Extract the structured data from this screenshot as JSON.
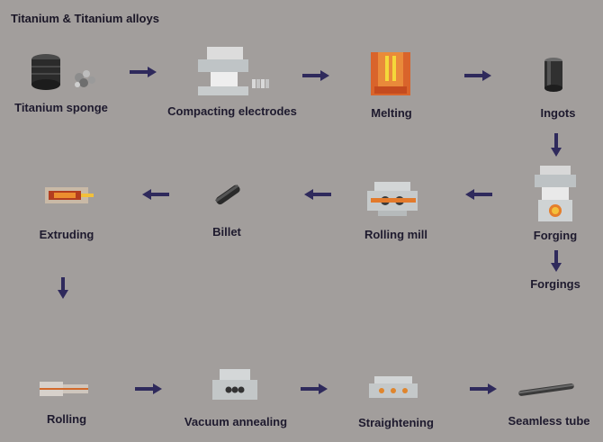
{
  "title": "Titanium & Titanium alloys",
  "steps": {
    "titanium_sponge": "Titanium sponge",
    "compacting_electrodes": "Compacting electrodes",
    "melting": "Melting",
    "ingots": "Ingots",
    "forging": "Forging",
    "forgings": "Forgings",
    "rolling_mill": "Rolling mill",
    "billet": "Billet",
    "extruding": "Extruding",
    "rolling": "Rolling",
    "vacuum_annealing": "Vacuum annealing",
    "straightening": "Straightening",
    "seamless_tube": "Seamless tube"
  },
  "colors": {
    "background": "#a29e9c",
    "arrow": "#2f2a5c",
    "text": "#1e1a2e",
    "heat": "#e8902a"
  }
}
